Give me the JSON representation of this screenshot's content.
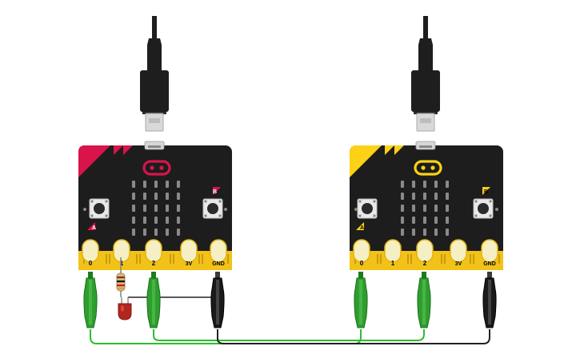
{
  "colors": {
    "board": "#1d1d1d",
    "edge_gold": "#f2c218",
    "pad_cream": "#f6efc4",
    "board_left_accent": "#d8144a",
    "board_right_accent": "#fcd116",
    "led": "#8a8a8a",
    "green_clip": "#2e9e2e",
    "black_clip": "#1a1a1a",
    "wire_green": "#2ebd2e",
    "wire_black": "#222222",
    "usb_cable": "#1e1e1e",
    "usb_metal": "#cfcfcf"
  },
  "boards": [
    {
      "id": "microbit-left",
      "accent": "#d8144a",
      "button_a": "A",
      "button_b": "B",
      "pins": [
        "0",
        "1",
        "2",
        "3V",
        "GND"
      ]
    },
    {
      "id": "microbit-right",
      "accent": "#fcd116",
      "button_a": "A",
      "button_b": "B",
      "pins": [
        "0",
        "1",
        "2",
        "3V",
        "GND"
      ]
    }
  ],
  "usb_cables": [
    {
      "board": "microbit-left",
      "icon": "usb-cable-icon"
    },
    {
      "board": "microbit-right",
      "icon": "usb-cable-icon"
    }
  ],
  "components": {
    "resistor": {
      "icon": "resistor-icon"
    },
    "led": {
      "icon": "led-icon",
      "color": "#b3261e"
    }
  }
}
